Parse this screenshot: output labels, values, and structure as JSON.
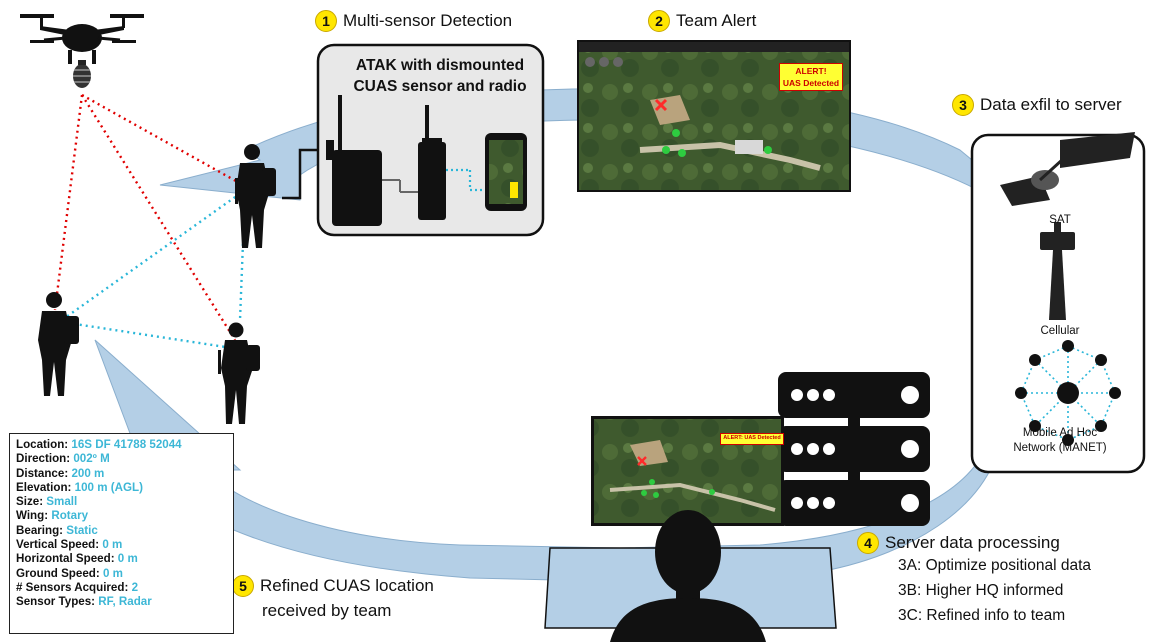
{
  "steps": {
    "s1": {
      "num": "1",
      "label": "Multi-sensor Detection"
    },
    "s2": {
      "num": "2",
      "label": "Team Alert"
    },
    "s3": {
      "num": "3",
      "label": "Data exfil to server"
    },
    "s4": {
      "num": "4",
      "label": "Server data processing"
    },
    "s4_items": [
      "3A: Optimize positional data",
      "3B: Higher HQ informed",
      "3C: Refined info to team"
    ],
    "s5": {
      "num": "5",
      "line1": "Refined CUAS location",
      "line2": "received by team"
    }
  },
  "sensor_box": {
    "title_line1": "ATAK with dismounted",
    "title_line2": "CUAS sensor and radio"
  },
  "alert": {
    "line1": "ALERT!",
    "line2": "UAS Detected",
    "small": "ALERT: UAS Detected"
  },
  "network": {
    "sat": "SAT",
    "cellular": "Cellular",
    "manet_line1": "Mobile Ad Hoc",
    "manet_line2": "Network (MANET)"
  },
  "info": [
    {
      "label": "Location:",
      "value": "16S DF 41788 52044"
    },
    {
      "label": "Direction:",
      "value": "002º M"
    },
    {
      "label": "Distance:",
      "value": "200 m"
    },
    {
      "label": "Elevation:",
      "value": "100 m (AGL)"
    },
    {
      "label": "Size:",
      "value": "Small"
    },
    {
      "label": "Wing:",
      "value": "Rotary"
    },
    {
      "label": "Bearing:",
      "value": "Static"
    },
    {
      "label": "Vertical Speed:",
      "value": "0 m"
    },
    {
      "label": "Horizontal Speed:",
      "value": "0 m"
    },
    {
      "label": "Ground Speed:",
      "value": "0 m"
    },
    {
      "label": "# Sensors Acquired:",
      "value": "2"
    },
    {
      "label": "Sensor Types:",
      "value": "RF, Radar"
    }
  ],
  "colors": {
    "cycle": "#b4cfe6",
    "cycle_stroke": "#8aaecd",
    "panel": "#e8e8e8",
    "red_link": "#e00000",
    "blue_link": "#29b6d8",
    "step_badge": "#ffe600",
    "info_value": "#3db7d6"
  },
  "icons": [
    "drone-icon",
    "grenade-icon",
    "soldier-icon",
    "radio-icon",
    "phone-icon",
    "satellite-icon",
    "cell-tower-icon",
    "server-icon",
    "operator-icon"
  ]
}
